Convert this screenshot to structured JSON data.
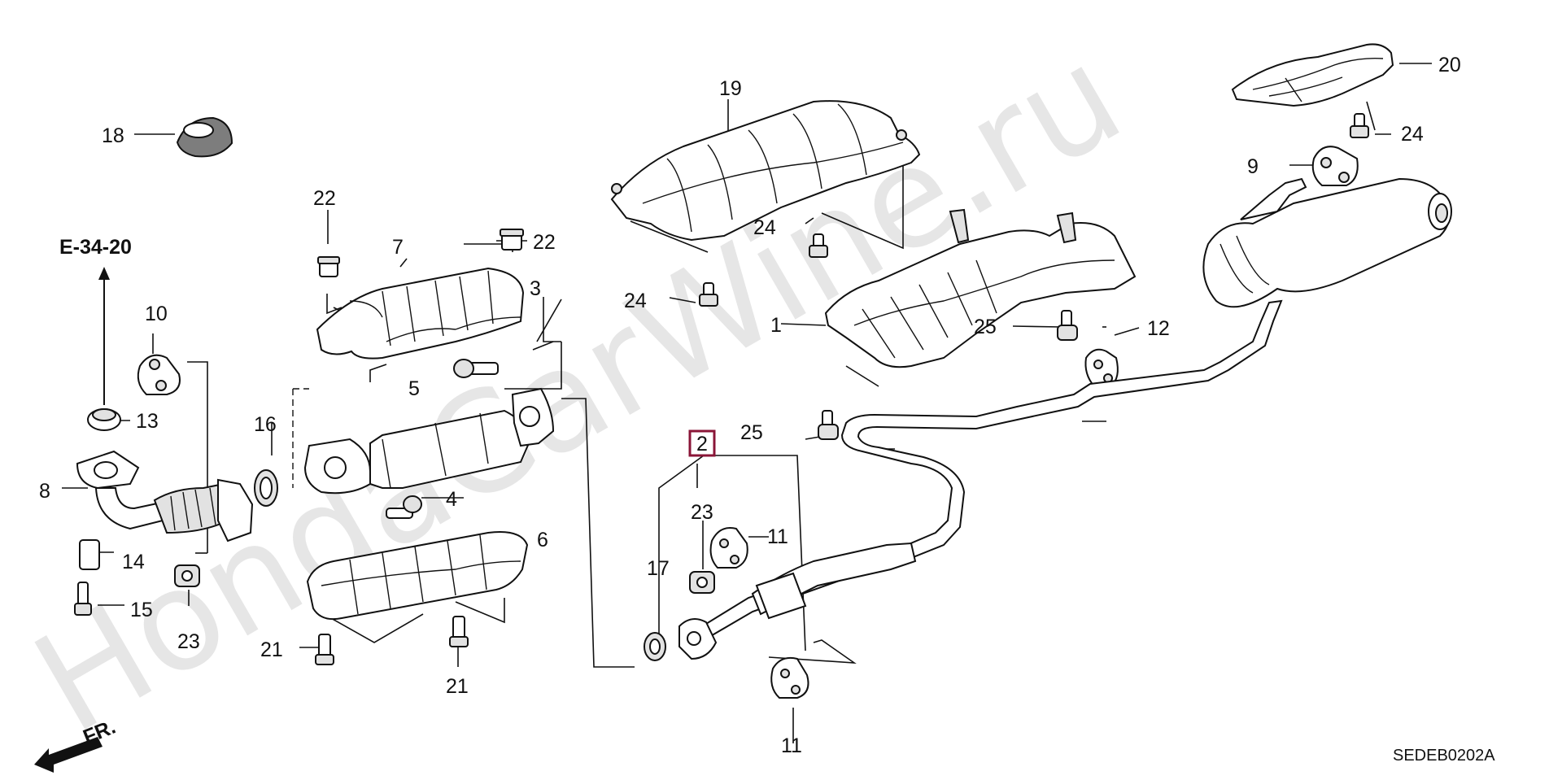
{
  "watermark": "HondaCarWine.ru",
  "reference": "E-34-20",
  "diagram_code": "SEDEB0202A",
  "front_arrow": "FR.",
  "highlighted_callout": "2",
  "callouts": {
    "c1": "1",
    "c3": "3",
    "c4": "4",
    "c5": "5",
    "c6": "6",
    "c7": "7",
    "c8": "8",
    "c9": "9",
    "c10": "10",
    "c11a": "11",
    "c11b": "11",
    "c12": "12",
    "c13": "13",
    "c14": "14",
    "c15": "15",
    "c16": "16",
    "c17": "17",
    "c18": "18",
    "c19": "19",
    "c20": "20",
    "c21a": "21",
    "c21b": "21",
    "c22a": "22",
    "c22b": "22",
    "c23a": "23",
    "c23b": "23",
    "c24a": "24",
    "c24b": "24",
    "c24c": "24",
    "c25a": "25",
    "c25b": "25"
  }
}
